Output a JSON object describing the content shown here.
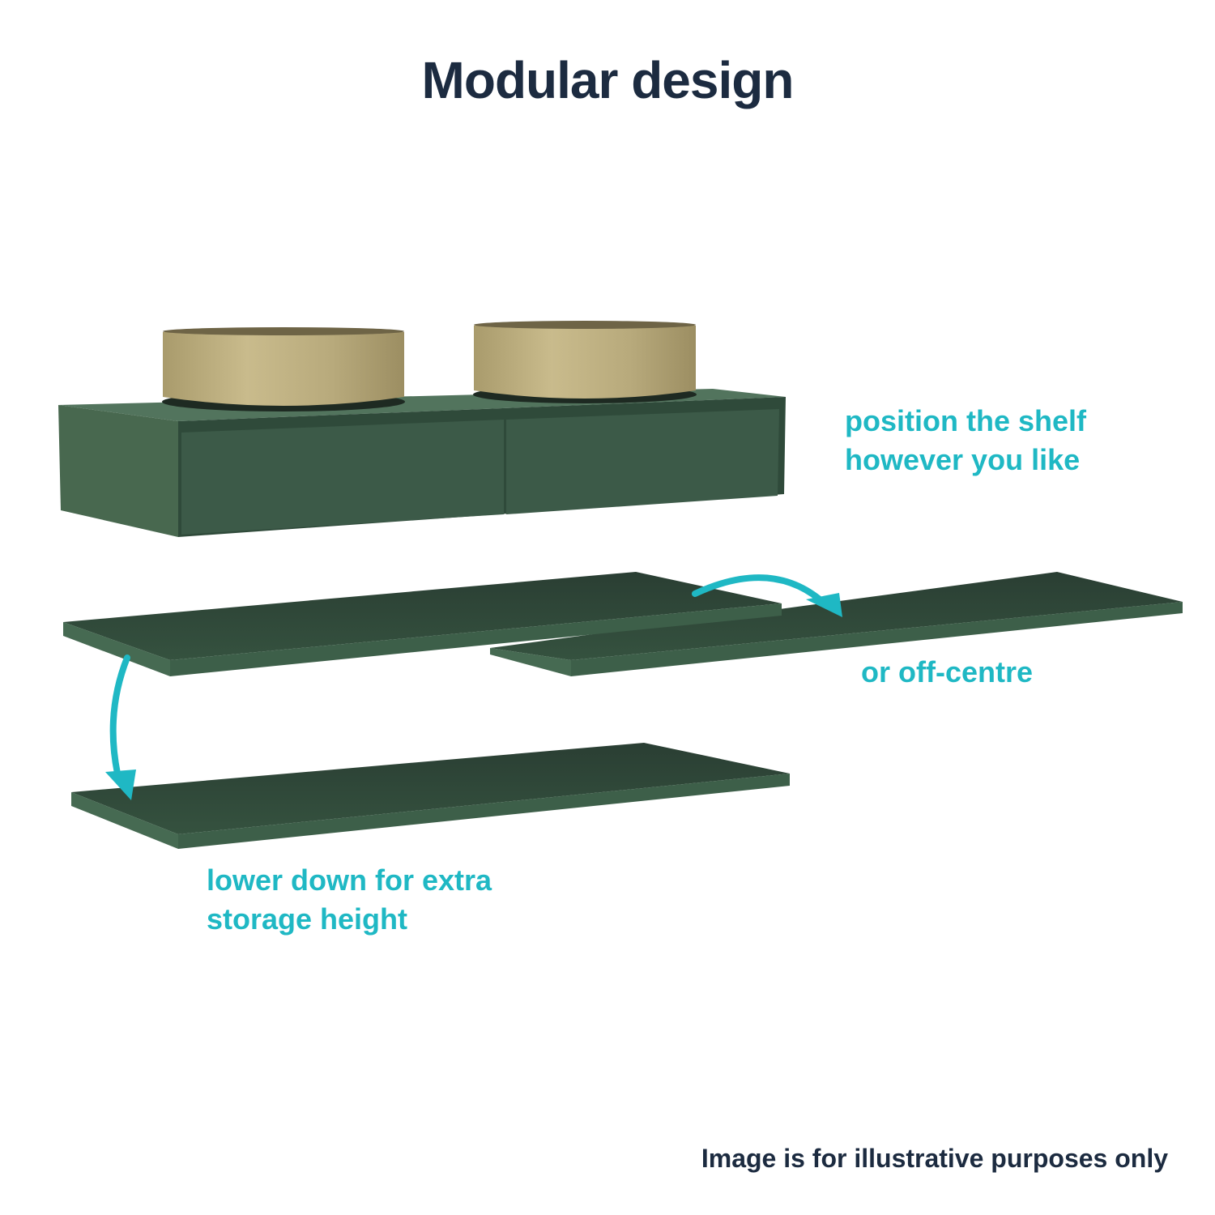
{
  "title": "Modular design",
  "annotations": {
    "position_line1": "position the shelf",
    "position_line2": "however you like",
    "off_centre": "or off-centre",
    "lower_line1": "lower down for extra",
    "lower_line2": "storage height"
  },
  "footer": "Image is for illustrative purposes only",
  "colors": {
    "accent": "#1fb8c4",
    "title": "#1c2b40",
    "green": "#3b5a47",
    "gold": "#b5a677"
  }
}
